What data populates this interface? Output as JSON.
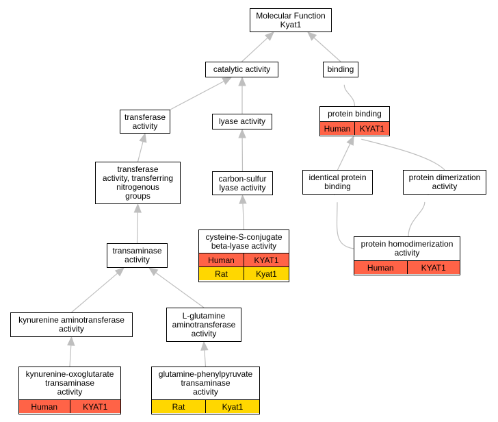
{
  "colors": {
    "human": "#ff6347",
    "rat": "#ffd700",
    "edge": "#bfbfbf"
  },
  "nodes": {
    "root": "Molecular Function\nKyat1",
    "catalytic": "catalytic activity",
    "binding": "binding",
    "transferase": "transferase\nactivity",
    "lyase": "lyase activity",
    "protein_binding": "protein binding",
    "transferase_nitro": "transferase\nactivity, transferring\nnitrogenous\ngroups",
    "carbon_sulfur": "carbon-sulfur\nlyase activity",
    "identical_binding": "identical protein\nbinding",
    "protein_dimerization": "protein dimerization\nactivity",
    "cysteine": "cysteine-S-conjugate\nbeta-lyase activity",
    "transaminase": "transaminase\nactivity",
    "homodimerization": "protein homodimerization\nactivity",
    "kynurenine_at": "kynurenine aminotransferase\nactivity",
    "lglutamine_at": "L-glutamine\naminotransferase\nactivity",
    "kynurenine_oxo": "kynurenine-oxoglutarate\ntransaminase\nactivity",
    "glutamine_phenyl": "glutamine-phenylpyruvate\ntransaminase\nactivity"
  },
  "annotations": {
    "protein_binding": [
      {
        "species": "Human",
        "gene": "KYAT1"
      }
    ],
    "cysteine": [
      {
        "species": "Human",
        "gene": "KYAT1"
      },
      {
        "species": "Rat",
        "gene": "Kyat1"
      }
    ],
    "homodimerization": [
      {
        "species": "Human",
        "gene": "KYAT1"
      }
    ],
    "kynurenine_oxo": [
      {
        "species": "Human",
        "gene": "KYAT1"
      }
    ],
    "glutamine_phenyl": [
      {
        "species": "Rat",
        "gene": "Kyat1"
      }
    ]
  },
  "edges": [
    {
      "from": "catalytic",
      "to": "root"
    },
    {
      "from": "binding",
      "to": "root"
    },
    {
      "from": "transferase",
      "to": "catalytic"
    },
    {
      "from": "lyase",
      "to": "catalytic"
    },
    {
      "from": "protein_binding",
      "to": "binding"
    },
    {
      "from": "transferase_nitro",
      "to": "transferase"
    },
    {
      "from": "carbon_sulfur",
      "to": "lyase"
    },
    {
      "from": "identical_binding",
      "to": "protein_binding"
    },
    {
      "from": "protein_dimerization",
      "to": "protein_binding"
    },
    {
      "from": "cysteine",
      "to": "carbon_sulfur"
    },
    {
      "from": "transaminase",
      "to": "transferase_nitro"
    },
    {
      "from": "homodimerization",
      "to": "identical_binding"
    },
    {
      "from": "homodimerization",
      "to": "protein_dimerization"
    },
    {
      "from": "kynurenine_at",
      "to": "transaminase"
    },
    {
      "from": "lglutamine_at",
      "to": "transaminase"
    },
    {
      "from": "kynurenine_oxo",
      "to": "kynurenine_at"
    },
    {
      "from": "glutamine_phenyl",
      "to": "lglutamine_at"
    }
  ]
}
